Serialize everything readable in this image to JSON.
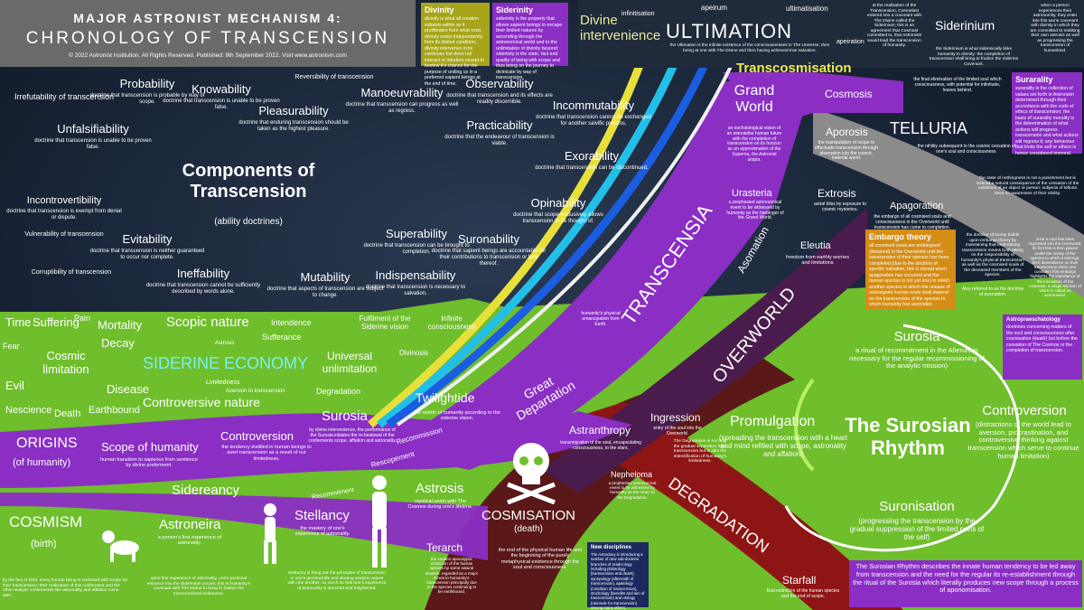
{
  "header": {
    "title": "MAJOR ASTRONIST MECHANISM 4:",
    "subtitle": "CHRONOLOGY OF TRANSCENSION",
    "copyright": "© 2022 Astronist Institution. All Rights Reserved. Published: 9th September 2022. Visit www.astronism.com"
  },
  "colors": {
    "purple": "#8a2ec4",
    "green": "#6fbe2c",
    "red": "#8e1515",
    "dark": "#4a1c4e",
    "gray": "#8b8b8b",
    "olive": "#a6a51b",
    "orange": "#d48d16",
    "skyblue": "#0d8fd1",
    "bg": "#0f1a2a"
  },
  "top_boxes": {
    "divinity": {
      "title": "Divinity",
      "text": "divinity is what all creation subsists within as it proliferates from what exist, divinity exists independently from its limited condition; divinity intervenes in its continues but does not interact or interfere except to bestow it's chance for the purpose of uniting us in a preferred sapient beings at the end of time."
    },
    "siderinity": {
      "title": "Siderinity",
      "text": "siderinity is the property that allows sapient beings to escape their limited natures by ascending through the astronomical world and to the unlimitation of divinity beyond; siderinity is the state, fact and quality of being with scope and thus being on the journey to divinicate by way of transcension."
    },
    "divine_intervention": "Divine intervenience",
    "infinitisation": "infinitisation",
    "apeirum": "apeirum",
    "ultimatisation": "ultimatisation",
    "ultimation": "ULTIMATION",
    "ultimation_desc": "the Ultimation is the infinite existence of the consciousnesses in The Universe, then being at one with The Divine and then having achieved true salvation.",
    "apeiration": "apeiration",
    "transcension_text": "at the realisation of the Transcension, Cosmelast entered into a covenant with The Divine called the Siderinium; this is an agreement that Cosmast committed to, that Astronists would lead the transcension of humanity.",
    "siderinium": "Siderinium",
    "siderinium_desc": "the Siderinium is what siderinically links humanity to divinity: the completion of transcension shall bring to fruition the Siderine Covenant.",
    "right_note": "when a person experiences their astronomity, they enter into this same covenant with divinity in which they are committed to realising their own astrosis as well as progressing the transcension of humankind.",
    "transcosmisation": "Transcosmisation"
  },
  "components": {
    "title": "Components of Transcension",
    "subtitle": "(ability doctrines)",
    "items": [
      {
        "name": "Irrefutability of transcension",
        "desc": ""
      },
      {
        "name": "Probability",
        "desc": "doctrine that transcension is probable by way of scope."
      },
      {
        "name": "Knowability",
        "desc": "doctrine that transcension is unable to be proven false."
      },
      {
        "name": "Reversibility of transcension",
        "desc": ""
      },
      {
        "name": "Unfalsifiability",
        "desc": "doctrine that transcension is unable to be proven false."
      },
      {
        "name": "Pleasurability",
        "desc": "doctrine that enduring transcension should be taken as the highest pleasure."
      },
      {
        "name": "Manoeuvrability",
        "desc": "doctrine that transcension can progress as well as regress."
      },
      {
        "name": "Observability",
        "desc": "doctrine that transcension and its effects are readily discernible."
      },
      {
        "name": "Incommutability",
        "desc": "doctrine that transcension cannot be exchanged for another salvific process."
      },
      {
        "name": "Practicability",
        "desc": "doctrine that the endeavour of transcension is viable."
      },
      {
        "name": "Incontrovertibility",
        "desc": "doctrine that transcension is exempt from denial or dispute."
      },
      {
        "name": "Exorability",
        "desc": "doctrine that transcension can be discontinued."
      },
      {
        "name": "Vulnerability of transcension",
        "desc": ""
      },
      {
        "name": "Evitability",
        "desc": "doctrine that transcension is neither guaranteed to occur nor complete."
      },
      {
        "name": "Opinability",
        "desc": "doctrine that scope exclusively allows transcension to be thought of."
      },
      {
        "name": "Superability",
        "desc": "doctrine that transcension can be brought to completion."
      },
      {
        "name": "Suronability",
        "desc": "doctrine that sapient beings are accountable for their contributions to transcension or lack thereof."
      },
      {
        "name": "Corruptibility of transcension",
        "desc": ""
      },
      {
        "name": "Ineffability",
        "desc": "doctrine that transcension cannot be sufficiently described by words alone."
      },
      {
        "name": "Mutability",
        "desc": "doctrine that aspects of transcension are subject to change."
      },
      {
        "name": "Indispensability",
        "desc": "doctrine that transcension is necessary to salvation."
      }
    ]
  },
  "right_column": {
    "grand_world": "Grand World",
    "grand_world_desc": "an eschatological vision of an interstellar human future with the completion of transcension on its horizon as an approximation of the Superna, the Astronist utopia.",
    "urasteria": "Urasteria",
    "urasteria_desc": "a prophesied astronomical event to be witnessed by humanity as the harbinger of the Grand World.",
    "cosmosis": "Cosmosis",
    "cosmosis_desc": "the final elimination of the limited soul which consciousness, with potential for infinitude, leaves behind.",
    "surarality": "Surarality",
    "surarality_desc": "surarality is the collection of values set forth in Astronism determined through their accordance with the code of ethics of transcension; the basis of surarality morality is the determination of what actions will progress transcension and what actions will regress it; any behaviour that limits the self or others is hence considered immoral.",
    "aporosis": "Aporosis",
    "aporosis_desc": "the manipulation of scope to effectuate transcension through absorption into the cosmic, material world.",
    "telluria": "TELLURIA",
    "telluria_desc": "the nihility subsequent to the cosmic cessation of one's soul and consciousness.",
    "nihility_note": "the state of nothingness is not a punishment but is instead a natural consequence of the cessation of the existence of an object or person; subjects of telluria have no awareness of their nihility.",
    "extrosis": "Extrosis",
    "extrosis_desc": "astral bliss by exposure to cosmic mysteries.",
    "apagoration": "Apagoration",
    "apagoration_desc": "the embargo of all cosmised souls and consciousness in the Overworld until transcension has come to completion.",
    "embargo": "Embargo theory",
    "embargo_desc": "all cosmised souls are embargoed (detained) in the Overworld until the transcension of their species has been completed (due to the doctrine of specific salvation, this is except when apagoration has occurred and the human species is not yet one) in which another species in which the release of embargoed human souls shall depend on the transcension of the species to which humanity has ascended.",
    "surety_text": "the doctrine of surety builds upon embargo theory by maintaining that undertaking transcension means both taking on the responsibility of humanity's physical transcension as well as the cosmised souls of the deceased members of the species.",
    "asomation_note": "Also referred to as the doctrine of asomation.",
    "soul_text": "once a soul has been ingressed into the Overworld, its first few is then placed under the surety of the species to which it belongs; their dependence on their transcension when one considers this embargo highlights the importance of the innovation of the covenant, a single mission of which is called an astromesial.",
    "eleutia": "Eleutia",
    "eleutia_desc": "freedom from earthly worries and limitations",
    "asomation": "Asomation",
    "overworld": "OVERWORLD",
    "transcensia": "TRANSCENSIA",
    "transcensia_desc": "humanity's physical emancipation from Earth.",
    "astropraeschatology": "Astropraeschatology",
    "astropraeschatology_desc": "doctrines concerning matters of the soul and consciousness after cosmisation (death) but before the cessation of The Cosmos or the completion of transcension."
  },
  "mid": {
    "time": "Time",
    "suffering": "Suffering",
    "pain": "Pain",
    "mortality": "Mortality",
    "decay": "Decay",
    "fear": "Fear",
    "cosmic_limitation": "Cosmic limitation",
    "evil": "Evil",
    "nescience": "Nescience",
    "death": "Death",
    "earthbound": "Earthbound",
    "disease": "Disease",
    "scopic_nature": "Scopic nature",
    "intendence": "Intendence",
    "sufferance": "Sufferance",
    "astrosis": "Astrosis",
    "siderine_economy": "SIDERINE ECONOMY",
    "limitedness": "Limitedness",
    "aversion": "Aversion to transcension",
    "controversive_nature": "Controversive nature",
    "fulfilment": "Fulfilment of the Siderine vision",
    "infinite_consciousness": "Infinite consciousness",
    "universal_unlimitation": "Universal unlimitation",
    "divinosis": "Divinosis",
    "degradation": "Degradation",
    "twilightide": "Twilightide",
    "twilightide_desc": "the rebirth of humanity according to the siderine vision.",
    "great_departation": "Great Departation",
    "surosia": "Surosia",
    "surosia_desc": "by divine intervenience, the performance of the Surosia initiates the re-bestowal of the conferments scope, affiation and astronality.",
    "recommission": "Recommission",
    "rescopement": "Rescopement",
    "recommitment": "Recommitment",
    "astrosis2": "Astrosis",
    "astrosis2_desc": "mystical union with The Cosmos during one's lifetime.",
    "astranthropy": "Astranthropy",
    "astranthropy_desc": "transmigration of the soul, encapsulating consciousness, to the stars.",
    "ingression": "Ingression",
    "ingression_desc": "entry of the soul into the Overworld.",
    "degradation_note": "The Degradation is not only the gradual separation from transcension but is also the intensification of humanity's limitedness.",
    "nepheloma": "Nepheloma",
    "nepheloma_desc": "a prophesied astronomical event to be witnessed by humanity as the omen of the Degradation.",
    "degradation_band": "DEGRADATION",
    "starfall": "Starfall",
    "starfall_desc": "final extinction of the human species and the end of scope.",
    "terarch": "Terarch",
    "terarch_desc": "the sudden apocalyptic extinction of the human species by some natural disaster, regarded as a major threat to humanity's transcension principally due to the species continuing to be earthbound.",
    "new_disciplines": "New disciplines",
    "new_disciplines_desc": "The Astrodoxy is introducing a number of new sub-doctrine branches of eradicology including philotology (transcension and death), synepology (aftermath of transcension), apatology (condition of transcension), stochology (benefits and aim of transcension) and otology (rationale for transcension) among many others.",
    "cosmisation": "COSMISATION",
    "cosmisation_sub": "(death)",
    "cosmisation_desc": "the end of the physical human life and the beginning of the purely metaphysical existence through the soul and consciousness."
  },
  "left": {
    "origins": "ORIGINS",
    "origins_sub": "(of humanity)",
    "scope_of_humanity": "Scope of humanity",
    "scope_desc": "human transition to sapience from sentience by divine preferment.",
    "controversion": "Controversion",
    "controversion_desc": "the tendency instilled in human beings to avert transcension as a result of our limitedness.",
    "sidereancy": "Sidereancy",
    "cosmism": "COSMISM",
    "cosmism_sub": "(birth)",
    "cosmism_desc": "by the fact of birth, every human being is endowed with scope for their transcension; their realisation of this conferment and the other analytic conferments like astronality and affiation come later.",
    "astroneira": "Astroneira",
    "astroneira_desc": "a person's first experience of astronality.",
    "astroneira_long": "upon first experience of astronality, one's personal entrance into the Siderinium occurs; this is humanity's covenant with The Divine to bring to fruition the transcensional endeavour.",
    "stellancy": "Stellancy",
    "stellancy_desc": "the mastery of one's experience of astronality.",
    "stellancy_long": "Stellancy is living out the principles of transcension in one's personal life and sharing analytic values with one another, so much so that one's experience of astronality is enriched and heightened."
  },
  "rhythm": {
    "surosia_title": "Surosia",
    "surosia_desc": "a ritual of recommitment in the Afierum is necessary for the regular recommissioning of the analytic mission)",
    "promulgation": "Promulgation",
    "promulgation_desc": "(spreading the transcension with a heart and mind refilled with scope, astronality and affation)",
    "title": "The Surosian Rhythm",
    "controversion": "Controversion",
    "controversion_desc": "(distractions of the world lead to aversion, procrastination, and controversive thinking against transcension which serve to continue human limitation)",
    "suronisation": "Suronisation",
    "suronisation_desc": "(progressing the transcension by the gradual suppression of the limited parts of the self)",
    "summary": "The Surosian Rhythm describes the innate human tendency to be led away from transcension and the need for the regular its re-establishment through the ritual of the Surosia which literally produces new scope through a process of aponomisation."
  }
}
